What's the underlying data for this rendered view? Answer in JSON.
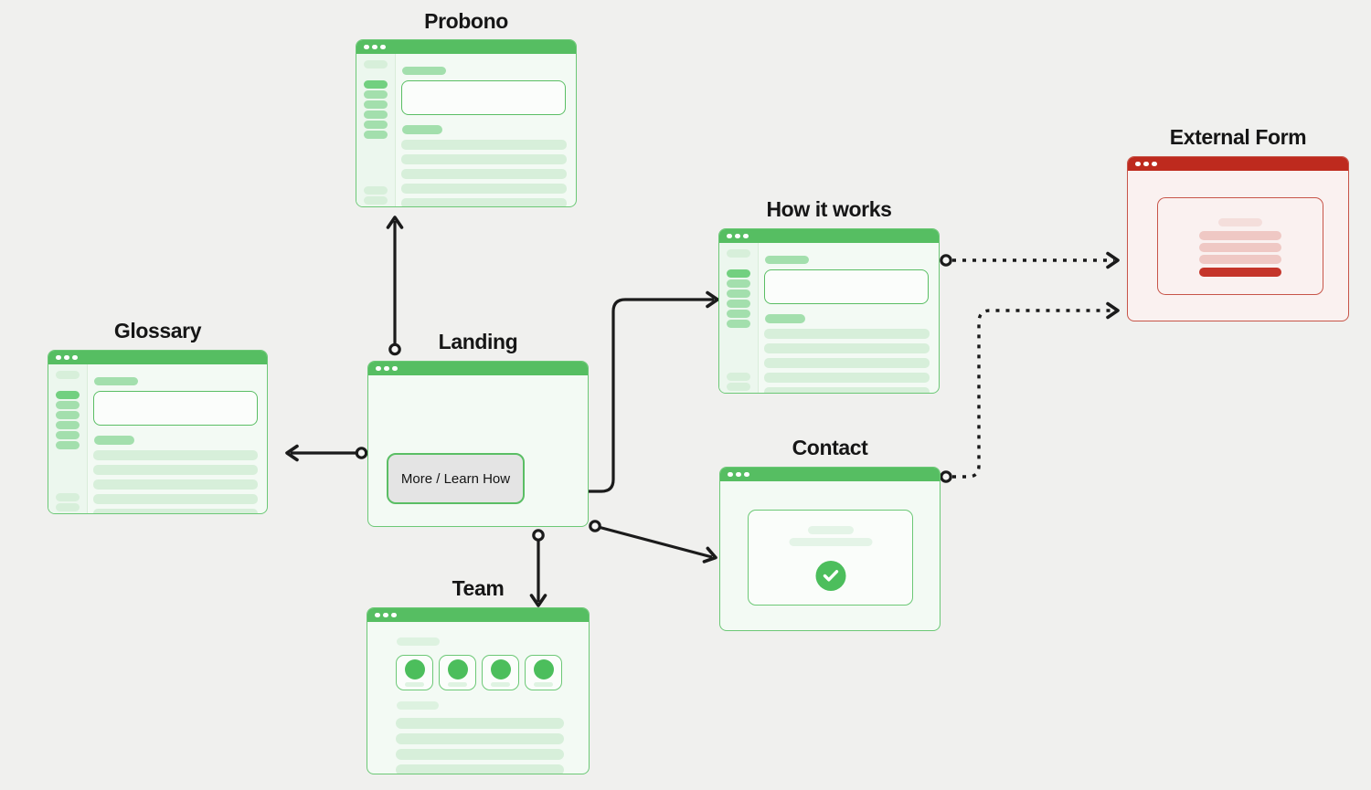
{
  "diagram": {
    "background": "#f0f0ee",
    "nodes": {
      "probono": {
        "title": "Probono",
        "type": "content-page",
        "theme": "green"
      },
      "glossary": {
        "title": "Glossary",
        "type": "content-page",
        "theme": "green"
      },
      "landing": {
        "title": "Landing",
        "type": "landing-page",
        "theme": "green",
        "button_label": "More / Learn How"
      },
      "how_it_works": {
        "title": "How it works",
        "type": "content-page",
        "theme": "green"
      },
      "contact": {
        "title": "Contact",
        "type": "form-success-page",
        "theme": "green"
      },
      "team": {
        "title": "Team",
        "type": "team-page",
        "theme": "green"
      },
      "external_form": {
        "title": "External Form",
        "type": "form-page",
        "theme": "red"
      }
    },
    "connections": [
      {
        "from": "landing",
        "to": "probono",
        "style": "solid"
      },
      {
        "from": "landing",
        "to": "glossary",
        "style": "solid"
      },
      {
        "from": "landing.more_learn_how_button",
        "to": "how_it_works",
        "style": "solid"
      },
      {
        "from": "landing",
        "to": "team",
        "style": "solid"
      },
      {
        "from": "landing",
        "to": "contact",
        "style": "solid"
      },
      {
        "from": "how_it_works",
        "to": "external_form",
        "style": "dashed"
      },
      {
        "from": "contact",
        "to": "external_form",
        "style": "dashed"
      }
    ],
    "colors": {
      "green_titlebar": "#56be62",
      "green_border": "#6cc876",
      "green_body": "#f3faf4",
      "green_pill_light": "#d7efda",
      "green_pill_medium": "#a3dfad",
      "green_pill_dark": "#72d080",
      "green_accent": "#4cbe5c",
      "red_titlebar": "#be2a1e",
      "red_border": "#c75549",
      "red_body": "#faf1f0",
      "red_pill_light": "#f4dedb",
      "red_pill_medium": "#efc8c4",
      "red_pill_dark": "#c5352a",
      "connector": "#1b1b1b",
      "button_bg": "#e4e4e4"
    }
  }
}
